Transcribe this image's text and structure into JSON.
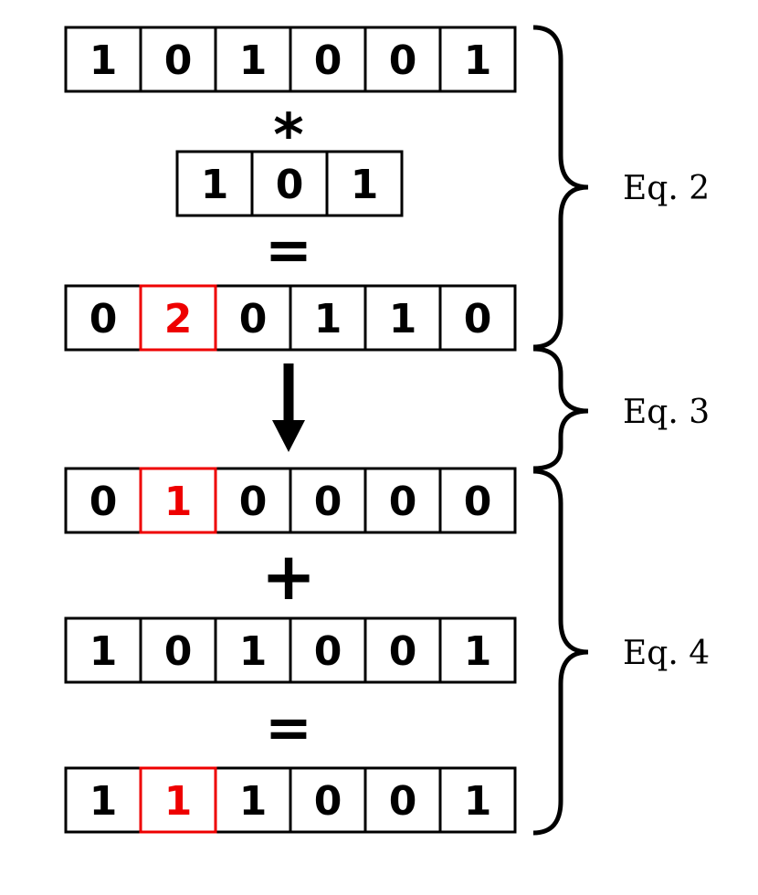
{
  "colors": {
    "default": "#000000",
    "highlight": "#ee0000"
  },
  "rows": [
    {
      "name": "input-row",
      "cells": [
        "1",
        "0",
        "1",
        "0",
        "0",
        "1"
      ],
      "highlight": []
    },
    {
      "name": "kernel-row",
      "cells": [
        "1",
        "0",
        "1"
      ],
      "highlight": []
    },
    {
      "name": "convolution-result-row",
      "cells": [
        "0",
        "2",
        "0",
        "1",
        "1",
        "0"
      ],
      "highlight": [
        1
      ]
    },
    {
      "name": "threshold-result-row",
      "cells": [
        "0",
        "1",
        "0",
        "0",
        "0",
        "0"
      ],
      "highlight": [
        1
      ]
    },
    {
      "name": "input-copy-row",
      "cells": [
        "1",
        "0",
        "1",
        "0",
        "0",
        "1"
      ],
      "highlight": []
    },
    {
      "name": "final-result-row",
      "cells": [
        "1",
        "1",
        "1",
        "0",
        "0",
        "1"
      ],
      "highlight": [
        1
      ]
    }
  ],
  "operators": {
    "convolve": "*",
    "equals_1": "=",
    "plus": "+",
    "equals_2": "="
  },
  "equation_labels": {
    "eq2": "Eq. 2",
    "eq3": "Eq. 3",
    "eq4": "Eq. 4"
  }
}
